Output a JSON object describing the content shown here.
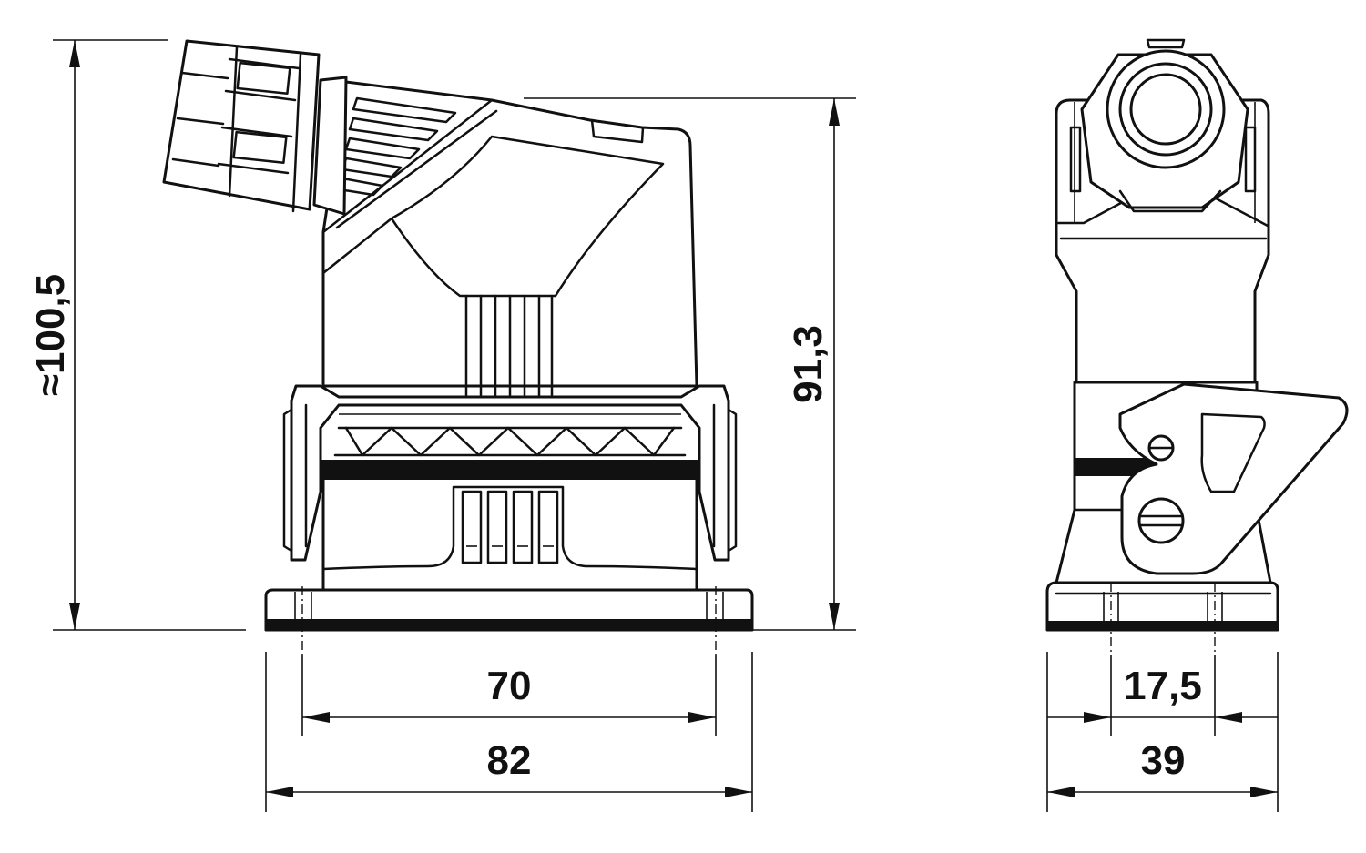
{
  "dimensions": {
    "height_overall": "≈100,5",
    "height_body": "91,3",
    "front_inner_width": "70",
    "front_outer_width": "82",
    "side_inner_width": "17,5",
    "side_outer_width": "39"
  },
  "colors": {
    "line": "#111111",
    "background": "#ffffff"
  }
}
